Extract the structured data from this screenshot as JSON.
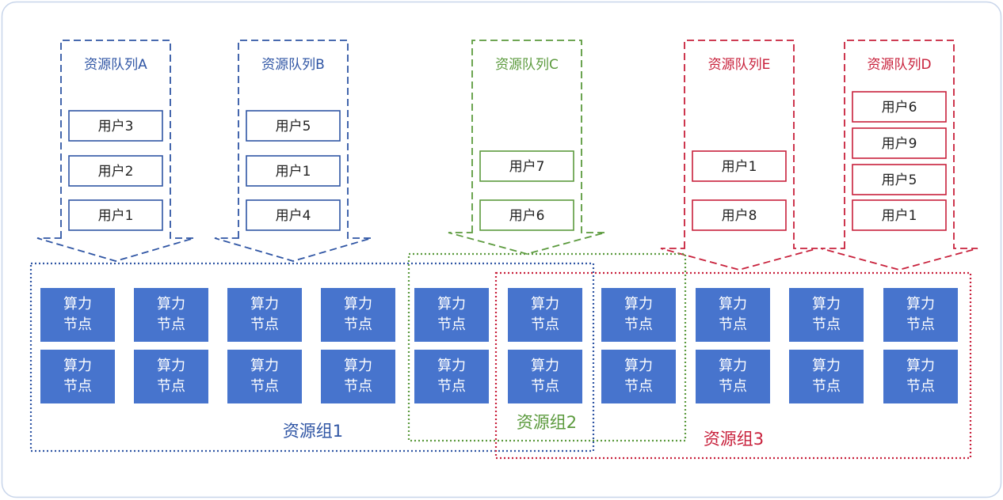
{
  "colors": {
    "blue": "#2f55a4",
    "green": "#5b9a3d",
    "red": "#c8203b",
    "node_fill": "#4774cd",
    "node_text": "#ffffff",
    "frame": "#c8d5ea"
  },
  "queues": [
    {
      "name": "资源队列A",
      "color": "blue",
      "users": [
        "用户3",
        "用户2",
        "用户1"
      ]
    },
    {
      "name": "资源队列B",
      "color": "blue",
      "users": [
        "用户5",
        "用户1",
        "用户4"
      ]
    },
    {
      "name": "资源队列C",
      "color": "green",
      "users": [
        "用户7",
        "用户6"
      ]
    },
    {
      "name": "资源队列E",
      "color": "red",
      "users": [
        "用户1",
        "用户8"
      ]
    },
    {
      "name": "资源队列D",
      "color": "red",
      "users": [
        "用户6",
        "用户9",
        "用户5",
        "用户1"
      ]
    }
  ],
  "node_label": [
    "算力",
    "节点"
  ],
  "node_grid": {
    "columns": 10,
    "rows": 2
  },
  "groups": [
    {
      "name": "资源组1",
      "color": "blue"
    },
    {
      "name": "资源组2",
      "color": "green"
    },
    {
      "name": "资源组3",
      "color": "red"
    }
  ]
}
